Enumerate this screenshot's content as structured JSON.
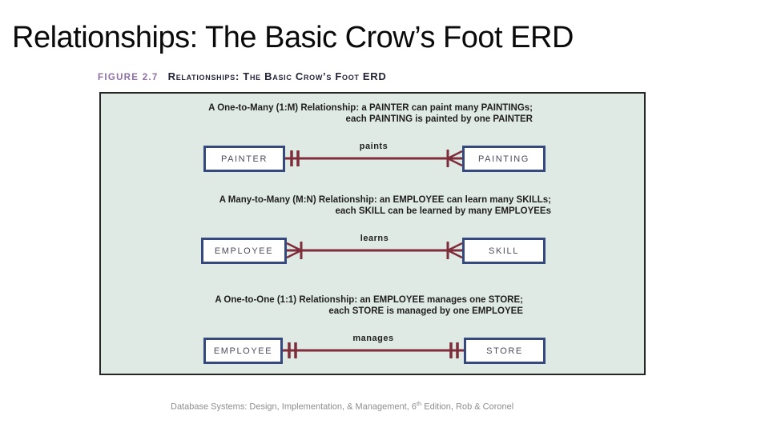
{
  "title": "Relationships: The Basic Crow’s Foot ERD",
  "figure": {
    "label": "FIGURE 2.7",
    "caption": "Relationships: The Basic Crow’s Foot ERD"
  },
  "sections": [
    {
      "name": "one-to-many",
      "description_line1": "A One-to-Many (1:M) Relationship: a PAINTER can paint many PAINTINGs;",
      "description_line2": "each PAINTING is painted by one PAINTER",
      "left_entity": "PAINTER",
      "right_entity": "PAINTING",
      "relationship_label": "paints",
      "left_cardinality": "one",
      "right_cardinality": "many"
    },
    {
      "name": "many-to-many",
      "description_line1": "A Many-to-Many (M:N) Relationship: an EMPLOYEE can learn many SKILLs;",
      "description_line2": "each SKILL can be learned by many EMPLOYEEs",
      "left_entity": "EMPLOYEE",
      "right_entity": "SKILL",
      "relationship_label": "learns",
      "left_cardinality": "many",
      "right_cardinality": "many"
    },
    {
      "name": "one-to-one",
      "description_line1": "A One-to-One (1:1) Relationship: an EMPLOYEE manages one STORE;",
      "description_line2": "each STORE is managed by one EMPLOYEE",
      "left_entity": "EMPLOYEE",
      "right_entity": "STORE",
      "relationship_label": "manages",
      "left_cardinality": "one",
      "right_cardinality": "one"
    }
  ],
  "footer": {
    "text_before_sup": "Database Systems: Design, Implementation, & Management, 6",
    "sup": "th",
    "text_after_sup": " Edition, Rob & Coronel"
  },
  "colors": {
    "connector": "#7e2d3a",
    "entity_border": "#35497e",
    "panel_background": "#e0eae4",
    "figure_label": "#8f6fa5"
  }
}
